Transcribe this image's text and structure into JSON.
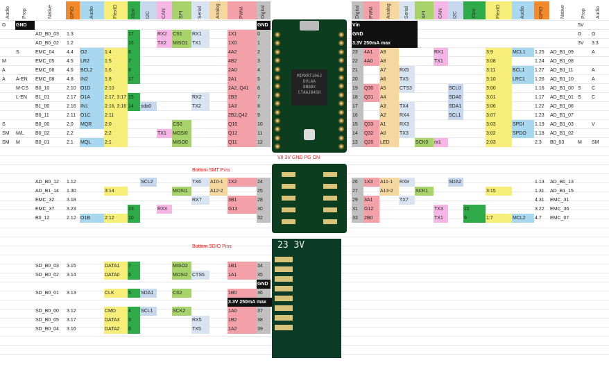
{
  "colors": {
    "gpio": "#f08a2c",
    "audio": "#a7d8f0",
    "flexio": "#f7ee7a",
    "xbar": "#2eaa48",
    "i2c": "#c7d7ee",
    "can": "#f5b6e6",
    "spi": "#a8d36a",
    "serial": "#d8e4f2",
    "analog": "#f5d8a0",
    "pwm": "#f4a0a8",
    "digital": "#c0c0c0",
    "black": "#111111"
  },
  "left_headers": [
    "Audio",
    "Prop",
    "Native",
    "GPIO",
    "Audio",
    "FlexIO",
    "Xbar",
    "I2C",
    "CAN",
    "SPI",
    "Serial",
    "Analog",
    "PWM",
    "Digital"
  ],
  "right_headers": [
    "Digital",
    "PWM",
    "Analog",
    "Serial",
    "SPI",
    "CAN",
    "I2C",
    "Xbar",
    "FlexIO",
    "Audio",
    "GPIO",
    "Native",
    "Prop",
    "Audio"
  ],
  "left_rows": [
    [
      "G",
      "GND",
      "",
      "",
      "",
      "",
      "",
      "",
      "",
      "",
      "",
      "",
      "",
      "GND"
    ],
    [
      "",
      "",
      "AD_B0_03",
      "1.3",
      "",
      "",
      "17",
      "",
      "RX2",
      "CS1",
      "RX1",
      "",
      "1X1",
      "0"
    ],
    [
      "",
      "",
      "AD_B0_02",
      "1.2",
      "",
      "",
      "16",
      "",
      "TX2",
      "MISO1",
      "TX1",
      "",
      "1X0",
      "1"
    ],
    [
      "",
      "S",
      "EMC_04",
      "4.4",
      "O2",
      "1:4",
      "6",
      "",
      "",
      "",
      "",
      "",
      "4A2",
      "2"
    ],
    [
      "M",
      "",
      "EMC_05",
      "4.5",
      "LR2",
      "1:5",
      "7",
      "",
      "",
      "",
      "",
      "",
      "4B2",
      "3"
    ],
    [
      "A",
      "",
      "EMC_06",
      "4.6",
      "BCL2",
      "1:6",
      "8",
      "",
      "",
      "",
      "",
      "",
      "2A0",
      "4"
    ],
    [
      "A",
      "A-EN",
      "EMC_08",
      "4.8",
      "IN2",
      "1:8",
      "17",
      "",
      "",
      "",
      "",
      "",
      "2A1",
      "5"
    ],
    [
      "",
      "M-CS",
      "B0_10",
      "2.10",
      "O1D",
      "2:10",
      "",
      "",
      "",
      "",
      "",
      "",
      "2A2, Q41",
      "6"
    ],
    [
      "",
      "L-EN",
      "B1_01",
      "2.17",
      "O1A",
      "2:17, 3:17",
      "15",
      "",
      "",
      "",
      "RX2",
      "",
      "1B3",
      "7"
    ],
    [
      "",
      "",
      "B1_00",
      "2.16",
      "IN1",
      "2:16, 3:16",
      "14",
      "sda0",
      "",
      "",
      "TX2",
      "",
      "1A3",
      "8"
    ],
    [
      "",
      "",
      "B0_11",
      "2.11",
      "O1C",
      "2:11",
      "",
      "",
      "",
      "",
      "",
      "",
      "2B2,Q42",
      "9"
    ],
    [
      "S",
      "",
      "B0_00",
      "2.0",
      "MQR",
      "2:0",
      "",
      "",
      "",
      "CS0",
      "",
      "",
      "Q10",
      "10"
    ],
    [
      "SM",
      "M/L",
      "B0_02",
      "2.2",
      "",
      "2:2",
      "",
      "",
      "TX1",
      "MOSI0",
      "",
      "",
      "Q12",
      "11"
    ],
    [
      "SM",
      "M",
      "B0_01",
      "2.1",
      "MQL",
      "2:1",
      "",
      "",
      "",
      "MISO0",
      "",
      "",
      "Q11",
      "12"
    ]
  ],
  "right_rows": [
    [
      "Vin",
      "",
      "",
      "",
      "",
      "",
      "",
      "",
      "",
      "",
      "",
      "",
      "5V",
      ""
    ],
    [
      "GND",
      "",
      "",
      "",
      "",
      "",
      "",
      "",
      "",
      "",
      "",
      "",
      "G",
      "G"
    ],
    [
      "3.3V 250mA max",
      "",
      "",
      "",
      "",
      "",
      "",
      "",
      "",
      "",
      "",
      "",
      "3V",
      "3.3"
    ],
    [
      "23",
      "4A1",
      "A9",
      "",
      "",
      "RX1",
      "",
      "",
      "3:9",
      "MCL1",
      "1.25",
      "AD_B1_09",
      "",
      "A"
    ],
    [
      "22",
      "4A0",
      "A8",
      "",
      "",
      "TX1",
      "",
      "",
      "3:08",
      "",
      "1.24",
      "AD_B1_08",
      "",
      ""
    ],
    [
      "21",
      "",
      "A7",
      "RX5",
      "",
      "",
      "",
      "",
      "3:11",
      "BCL1",
      "1.27",
      "AD_B1_11",
      "",
      "A"
    ],
    [
      "20",
      "",
      "A6",
      "TX5",
      "",
      "",
      "",
      "",
      "3:10",
      "LRC1",
      "1.26",
      "AD_B1_10",
      "",
      "A"
    ],
    [
      "19",
      "Q30",
      "A5",
      "CTS3",
      "",
      "",
      "SCL0",
      "",
      "3:00",
      "",
      "1.16",
      "AD_B1_00",
      "S",
      "C"
    ],
    [
      "18",
      "Q31",
      "A4",
      "",
      "",
      "",
      "SDA0",
      "",
      "3:01",
      "",
      "1.17",
      "AD_B1_01",
      "S",
      "C"
    ],
    [
      "17",
      "",
      "A3",
      "TX4",
      "",
      "",
      "SDA1",
      "",
      "3:06",
      "",
      "1.22",
      "AD_B1_06",
      "",
      ""
    ],
    [
      "16",
      "",
      "A2",
      "RX4",
      "",
      "",
      "SCL1",
      "",
      "3:07",
      "",
      "1.23",
      "AD_B1_07",
      "",
      ""
    ],
    [
      "15",
      "Q33",
      "A1",
      "RX3",
      "",
      "",
      "",
      "",
      "3:03",
      "SPDI",
      "1.19",
      "AD_B1_03",
      "",
      "V"
    ],
    [
      "14",
      "Q32",
      "A0",
      "TX3",
      "",
      "",
      "",
      "",
      "3:02",
      "SPDO",
      "1.18",
      "AD_B1_02",
      "",
      ""
    ],
    [
      "13",
      "Q20",
      "LED",
      "",
      "SCK0",
      "rx1",
      "",
      "",
      "2:03",
      "",
      "2.3",
      "B0_03",
      "M",
      "SM"
    ]
  ],
  "smt_title": "Bottom SMT Pins",
  "smt_left": [
    [
      "",
      "",
      "AD_B0_12",
      "1.12",
      "",
      "",
      "",
      "SCL2",
      "",
      "",
      "TX6",
      "A10-1",
      "1X2",
      "24"
    ],
    [
      "",
      "",
      "AD_B1_14",
      "1.30",
      "",
      "3:14",
      "",
      "",
      "",
      "MOSI1",
      "",
      "A12-2",
      "",
      "25"
    ],
    [
      "",
      "",
      "EMC_32",
      "3.18",
      "",
      "",
      "",
      "",
      "",
      "",
      "RX7",
      "",
      "3B1",
      "28"
    ],
    [
      "",
      "",
      "EMC_37",
      "3.23",
      "",
      "",
      "23",
      "",
      "RX3",
      "",
      "",
      "",
      "G13",
      "30"
    ],
    [
      "",
      "",
      "B0_12",
      "2.12",
      "O1B",
      "2:12",
      "10",
      "",
      "",
      "",
      "",
      "",
      "",
      "32"
    ]
  ],
  "smt_right": [
    [
      "26",
      "1X3",
      "A11-1",
      "RX8",
      "",
      "",
      "SDA2",
      "",
      "",
      "",
      "1.13",
      "AD_B0_13",
      "",
      ""
    ],
    [
      "27",
      "",
      "A13-2",
      "",
      "SCK1",
      "",
      "",
      "",
      "3:15",
      "",
      "1.31",
      "AD_B1_15",
      "",
      ""
    ],
    [
      "29",
      "3A1",
      "",
      "TX7",
      "",
      "",
      "",
      "",
      "",
      "",
      "4.31",
      "EMC_31",
      "",
      ""
    ],
    [
      "31",
      "G12",
      "",
      "",
      "",
      "TX3",
      "",
      "22",
      "",
      "",
      "3.22",
      "EMC_36",
      "",
      ""
    ],
    [
      "33",
      "2B0",
      "",
      "",
      "",
      "TX1",
      "",
      "9",
      "1:7",
      "MCL2",
      "4.7",
      "EMC_07",
      "",
      ""
    ]
  ],
  "sdio_title": "Bottom SDIO Pins",
  "sdio_left": [
    [
      "",
      "",
      "SD_B0_03",
      "3.15",
      "",
      "DATA1",
      "7",
      "",
      "",
      "MISO2",
      "",
      "",
      "1B1",
      "34"
    ],
    [
      "",
      "",
      "SD_B0_02",
      "3.14",
      "",
      "DATA0",
      "6",
      "",
      "",
      "MOSI2",
      "CTS5",
      "",
      "1A1",
      "35"
    ],
    [
      "",
      "",
      "",
      "",
      "",
      "",
      "",
      "",
      "",
      "",
      "",
      "",
      "",
      "GND"
    ],
    [
      "",
      "",
      "SD_B0_01",
      "3.13",
      "",
      "CLK",
      "5",
      "SDA1",
      "",
      "CS2",
      "",
      "",
      "1B0",
      "36"
    ],
    [
      "",
      "",
      "",
      "",
      "",
      "",
      "",
      "",
      "",
      "",
      "",
      "",
      "3.3V 250mA max",
      ""
    ],
    [
      "",
      "",
      "SD_B0_00",
      "3.12",
      "",
      "CMD",
      "4",
      "SCL1",
      "",
      "SCK2",
      "",
      "",
      "1A0",
      "37"
    ],
    [
      "",
      "",
      "SD_B0_05",
      "3.17",
      "",
      "DATA3",
      "9",
      "",
      "",
      "",
      "RX5",
      "",
      "1B2",
      "38"
    ],
    [
      "",
      "",
      "SD_B0_04",
      "3.16",
      "",
      "DATA2",
      "8",
      "",
      "",
      "",
      "TX5",
      "",
      "1A2",
      "39"
    ]
  ],
  "board_top_labels": "V8  3V GND PG  ON",
  "chip_text": "MIMXRT1062\nDVL6A\nBN8BX\nCTAAJB4SH",
  "sdio_board_text": "23 3V"
}
